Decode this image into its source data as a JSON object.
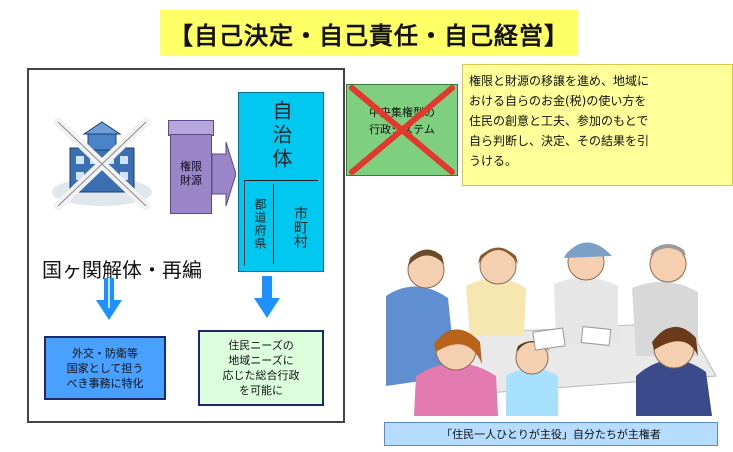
{
  "title": "【自己決定・自己責任・自己経営】",
  "left_panel": {
    "pillar_label": "権限\n財源",
    "agency_label": "国ヶ関解体・再編",
    "jichitai": {
      "title": "自治体",
      "sub_left": "都道府県",
      "sub_right": "市町村"
    },
    "blue_box_text": "外交・防衛等\n国家として担う\nべき事務に特化",
    "green_box_text": "住民ニーズの\n地域ニーズに\n応じた総合行政\nを可能に"
  },
  "central_system": {
    "text": "中央集権型の\n行政システム",
    "crossed_out": true
  },
  "explanation": {
    "lines": [
      "権限と財源の移譲を進め、地域に",
      "おける自らのお金(税)の使い方を",
      "住民の創意と工夫、参加のもとで",
      "自ら判断し、決定、その結果を引",
      "うける。"
    ]
  },
  "caption": "「住民一人ひとりが主役」自分たちが主権者",
  "colors": {
    "title_bg": "#ffff66",
    "jichitai_bg": "#00c8f0",
    "pillar_bg": "#9a85c9",
    "blue_box_bg": "#4aa0ff",
    "green_box_bg": "#dcffdc",
    "central_box_bg": "#7ed07e",
    "cross_color": "#e2382e",
    "explanation_bg": "#ffff99",
    "caption_bg": "#b6dcff",
    "arrow_color": "#1e90ff"
  }
}
